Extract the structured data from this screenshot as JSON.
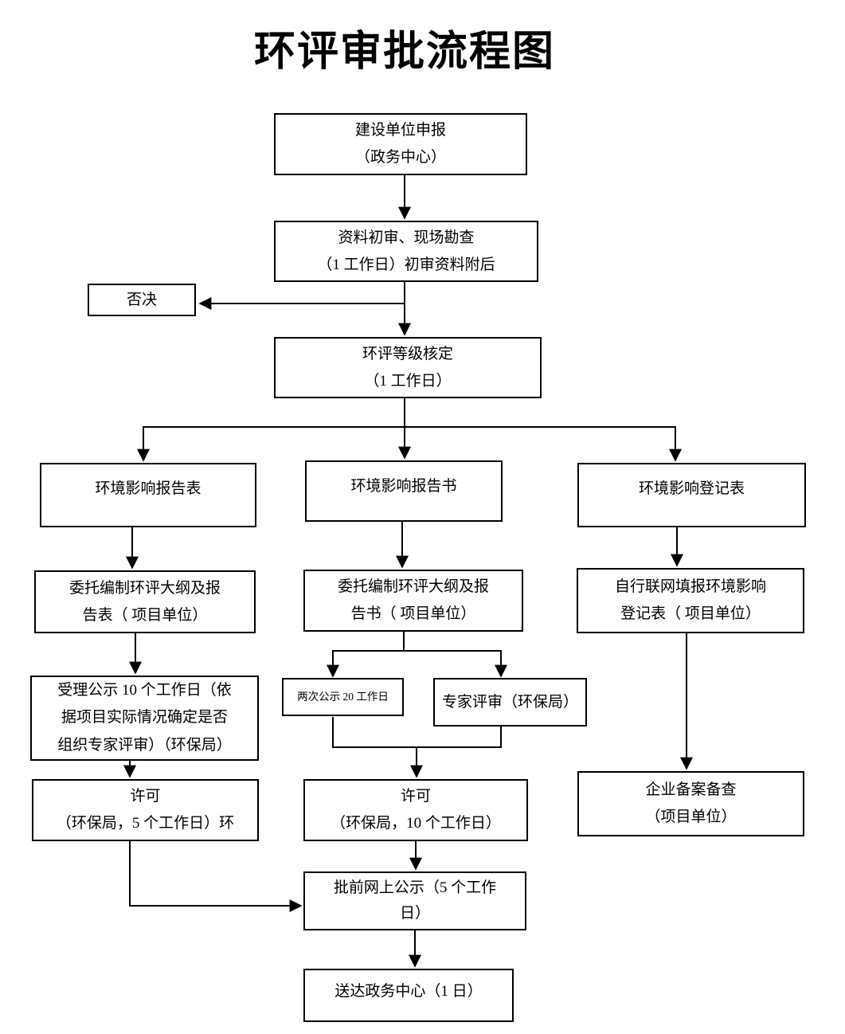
{
  "title": "环评审批流程图",
  "colors": {
    "line": "#000000",
    "box_border": "#000000",
    "background": "#ffffff",
    "text": "#000000"
  },
  "nodes": {
    "declare": {
      "lines": [
        "建设单位申报",
        "（政务中心）"
      ]
    },
    "initial_review": {
      "lines": [
        "资料初审、现场勘查",
        "（1 工作日）初审资料附后"
      ]
    },
    "reject": {
      "lines": [
        "否决"
      ]
    },
    "grade_check": {
      "lines": [
        "环评等级核定",
        "（1 工作日）"
      ]
    },
    "report_form": {
      "lines": [
        "环境影响报告表"
      ]
    },
    "report_book": {
      "lines": [
        "环境影响报告书"
      ]
    },
    "register_form": {
      "lines": [
        "环境影响登记表"
      ]
    },
    "entrust_outline_form": {
      "lines": [
        "委托编制环评大纲及报",
        "告表（ 项目单位）"
      ]
    },
    "entrust_outline_book": {
      "lines": [
        "委托编制环评大纲及报",
        "告书（ 项目单位）"
      ]
    },
    "self_online_register": {
      "lines": [
        "自行联网填报环境影响",
        "登记表（ 项目单位）"
      ]
    },
    "acceptance_publicity": {
      "lines": [
        "受理公示 10 个工作日（依",
        "据项目实际情况确定是否",
        "组织专家评审）（环保局）"
      ]
    },
    "two_publicity": {
      "lines": [
        "两次公示 20 工作日"
      ]
    },
    "expert_review": {
      "lines": [
        "专家评审（环保局）"
      ]
    },
    "enterprise_filing": {
      "lines": [
        "企业备案备查",
        "（项目单位）"
      ]
    },
    "permit_form": {
      "lines": [
        "许可",
        "（环保局，5 个工作日）环"
      ]
    },
    "permit_book": {
      "lines": [
        "许可",
        "（环保局，10 个工作日）"
      ]
    },
    "pre_approval_publicity": {
      "lines": [
        "批前网上公示（5 个工作",
        "日）"
      ]
    },
    "delivery": {
      "lines": [
        "送达政务中心（1 日）"
      ]
    }
  }
}
